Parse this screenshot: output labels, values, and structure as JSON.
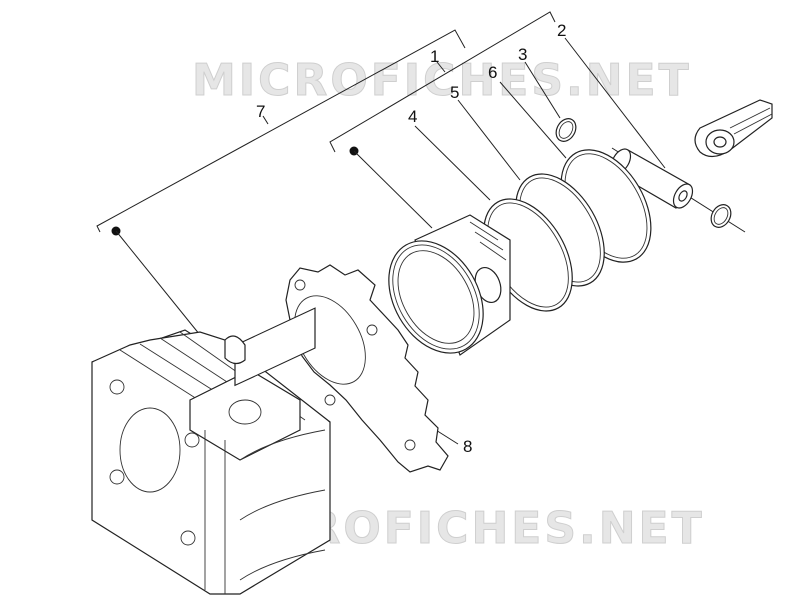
{
  "watermarks": [
    "MICROFICHES.NET",
    "MICROFICHES.NET"
  ],
  "callouts": {
    "c1": "1",
    "c2": "2",
    "c3": "3",
    "c4": "4",
    "c5": "5",
    "c6": "6",
    "c7": "7",
    "c8": "8"
  },
  "colors": {
    "line": "#222222",
    "watermark": "#e6e6e6",
    "background": "#ffffff"
  }
}
